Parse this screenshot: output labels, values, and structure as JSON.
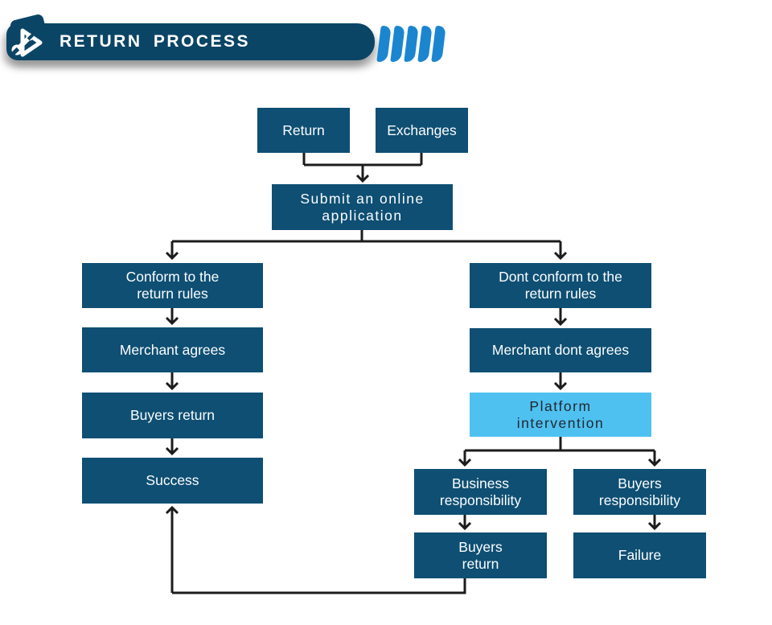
{
  "header": {
    "title": "RETURN PROCESS",
    "icon": "wrench-play-icon",
    "decor_chevrons_count": 5
  },
  "colors": {
    "header_bar": "#0b4566",
    "node_fill": "#0e4f73",
    "highlight_node_fill": "#4fc1f1",
    "node_text": "#ffffff",
    "highlight_node_text": "#222831",
    "connector": "#1c1c1c",
    "chevron_blue": "#1b86cf",
    "background": "#ffffff"
  },
  "flowchart": {
    "nodes": [
      {
        "id": "return",
        "label": "Return"
      },
      {
        "id": "exchanges",
        "label": "Exchanges"
      },
      {
        "id": "submit_application",
        "label": "Submit an online\napplication"
      },
      {
        "id": "conform_rules",
        "label": "Conform to the\nreturn rules"
      },
      {
        "id": "merchant_agrees",
        "label": "Merchant agrees"
      },
      {
        "id": "buyers_return",
        "label": "Buyers return"
      },
      {
        "id": "success",
        "label": "Success"
      },
      {
        "id": "dont_conform_rules",
        "label": "Dont conform to the\nreturn rules"
      },
      {
        "id": "merchant_dont_agrees",
        "label": "Merchant dont agrees"
      },
      {
        "id": "platform_intervention",
        "label": "Platform\nintervention"
      },
      {
        "id": "business_responsibility",
        "label": "Business\nresponsibility"
      },
      {
        "id": "buyers_responsibility",
        "label": "Buyers\nresponsibility"
      },
      {
        "id": "buyers_return_2",
        "label": "Buyers\nreturn"
      },
      {
        "id": "failure",
        "label": "Failure"
      }
    ],
    "edges": [
      {
        "from": "return",
        "to": "submit_application"
      },
      {
        "from": "exchanges",
        "to": "submit_application"
      },
      {
        "from": "submit_application",
        "to": "conform_rules"
      },
      {
        "from": "submit_application",
        "to": "dont_conform_rules"
      },
      {
        "from": "conform_rules",
        "to": "merchant_agrees"
      },
      {
        "from": "merchant_agrees",
        "to": "buyers_return"
      },
      {
        "from": "buyers_return",
        "to": "success"
      },
      {
        "from": "dont_conform_rules",
        "to": "merchant_dont_agrees"
      },
      {
        "from": "merchant_dont_agrees",
        "to": "platform_intervention"
      },
      {
        "from": "platform_intervention",
        "to": "business_responsibility"
      },
      {
        "from": "platform_intervention",
        "to": "buyers_responsibility"
      },
      {
        "from": "business_responsibility",
        "to": "buyers_return_2"
      },
      {
        "from": "buyers_responsibility",
        "to": "failure"
      },
      {
        "from": "buyers_return_2",
        "to": "success"
      }
    ]
  }
}
